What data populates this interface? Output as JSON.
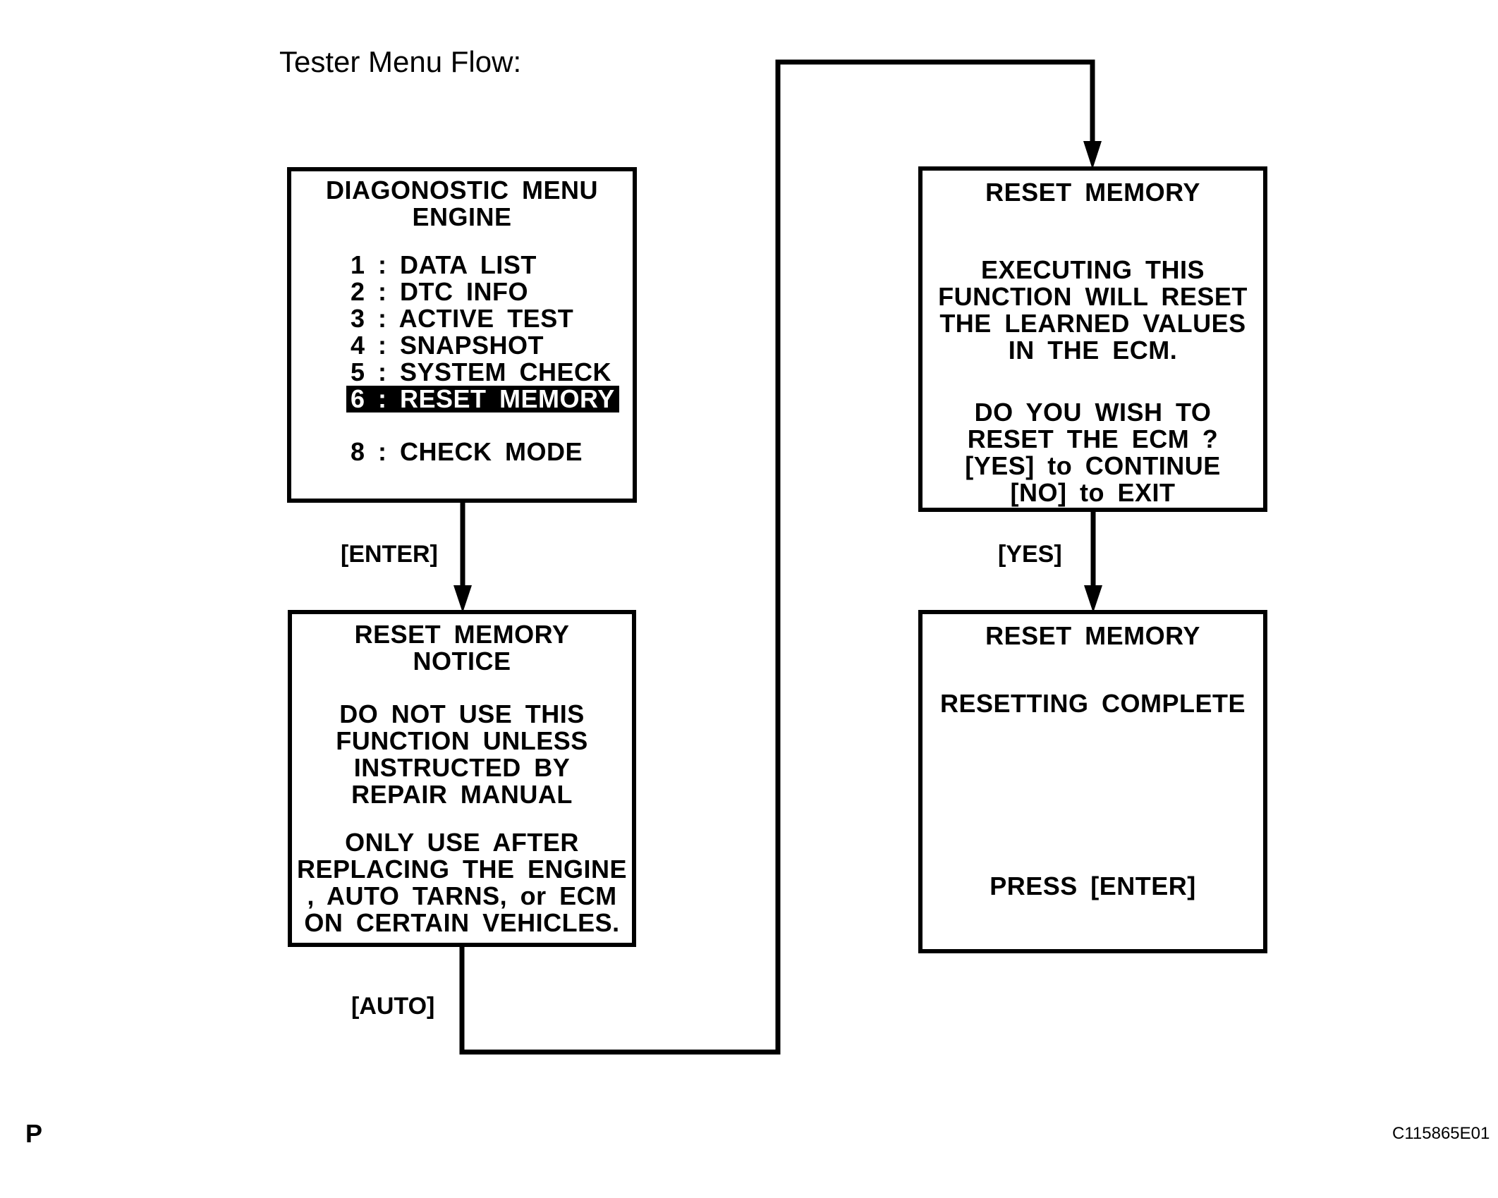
{
  "page": {
    "title": "Tester Menu Flow:",
    "footer_letter": "P",
    "figure_code": "C115865E01"
  },
  "colors": {
    "ink": "#000000",
    "paper": "#ffffff",
    "highlight_bg": "#000000",
    "highlight_fg": "#ffffff"
  },
  "flow_labels": {
    "enter": "[ENTER]",
    "yes": "[YES]",
    "auto": "[AUTO]"
  },
  "screens": {
    "diagnostic_menu": {
      "title1": "DIAGONOSTIC MENU",
      "title2": "ENGINE",
      "items": [
        {
          "label": "1 : DATA LIST",
          "highlighted": false
        },
        {
          "label": "2 : DTC INFO",
          "highlighted": false
        },
        {
          "label": "3 : ACTIVE TEST",
          "highlighted": false
        },
        {
          "label": "4 : SNAPSHOT",
          "highlighted": false
        },
        {
          "label": "5 : SYSTEM CHECK",
          "highlighted": false
        },
        {
          "label": "6 : RESET MEMORY",
          "highlighted": true
        },
        {
          "label": "8 : CHECK MODE",
          "highlighted": false
        }
      ]
    },
    "notice": {
      "lines": [
        "RESET MEMORY",
        "NOTICE",
        "DO NOT USE THIS",
        "FUNCTION UNLESS",
        "INSTRUCTED BY",
        "REPAIR MANUAL",
        "ONLY USE AFTER",
        "REPLACING THE ENGINE",
        ", AUTO TARNS, or ECM",
        "ON CERTAIN VEHICLES."
      ]
    },
    "confirm": {
      "lines": [
        "RESET MEMORY",
        "EXECUTING THIS",
        "FUNCTION WILL RESET",
        "THE LEARNED VALUES",
        "IN THE ECM.",
        "DO YOU WISH TO",
        "RESET THE ECM ?",
        "[YES] to CONTINUE",
        "[NO] to EXIT"
      ]
    },
    "complete": {
      "lines": [
        "RESET MEMORY",
        "RESETTING COMPLETE",
        "PRESS [ENTER]"
      ]
    }
  }
}
